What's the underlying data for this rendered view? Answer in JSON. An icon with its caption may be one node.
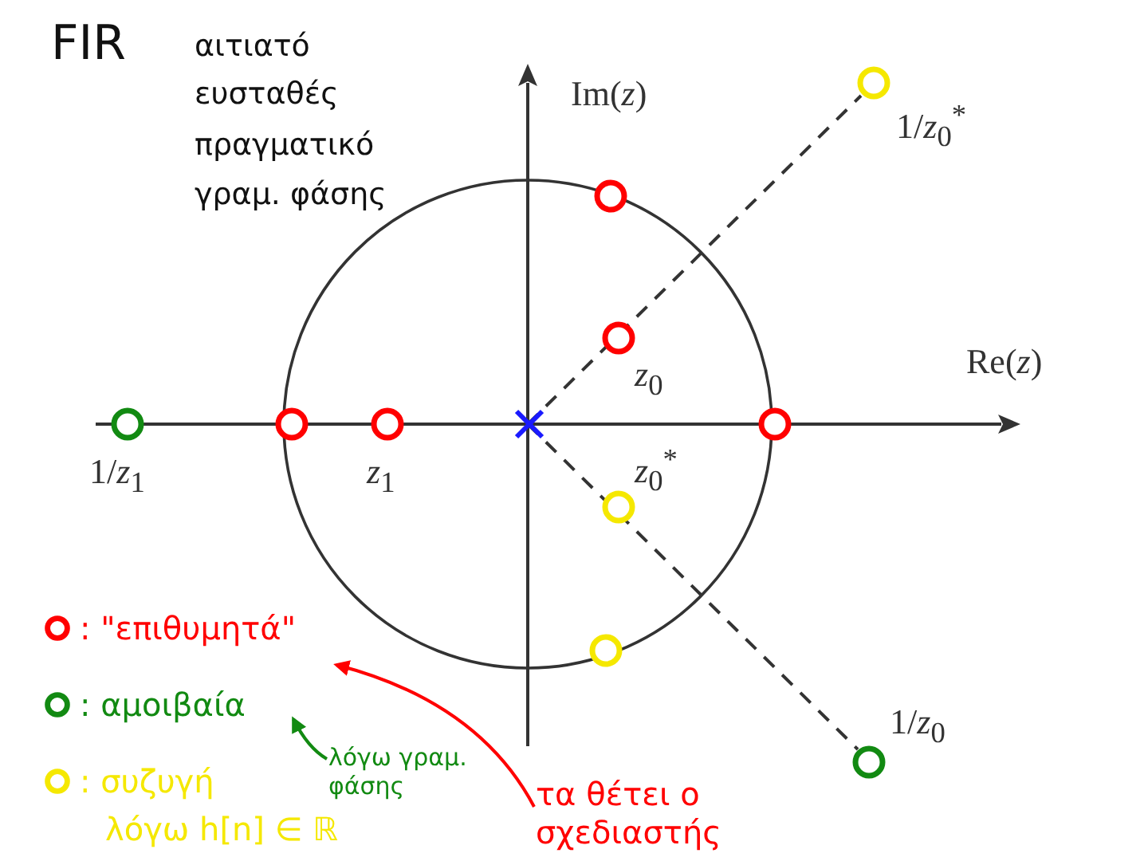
{
  "diagram": {
    "nodes": [
      {
        "text": [
          "λόγω γραμ. φάσης"
        ]
      },
      {
        "text": [
          "τα θέτει ο σχεδιαστής"
        ]
      }
    ],
    "edges": [
      {
        "from": 0,
        "to": null,
        "arrow": "to",
        "color": "#128a12"
      },
      {
        "from": 1,
        "to": null,
        "arrow": "to",
        "color": "#ff0000"
      }
    ],
    "labels": [
      "FIR",
      "αιτιατό",
      "ευσταθές",
      "πραγματικό",
      "γραμ. φάσης",
      "Im(*z*)",
      "1/*z*$_{0}$$^{*}$",
      "*z*$_{0}$",
      "Re(*z*)",
      "1/*z*$_{1}$",
      "*z*$_{1}$",
      "*z*$_{0}$$^{*}$",
      "1/*z*$_{0}$",
      "λόγω h[n] ∈ ℝ"
    ],
    "legend": [
      {
        "text": ": \"επιθυμητά\"",
        "color": "#ff0000"
      },
      {
        "text": ": αμοιβαία",
        "color": "#128a12"
      },
      {
        "text": ": συζυγή",
        "color": "#f5e800"
      }
    ]
  }
}
